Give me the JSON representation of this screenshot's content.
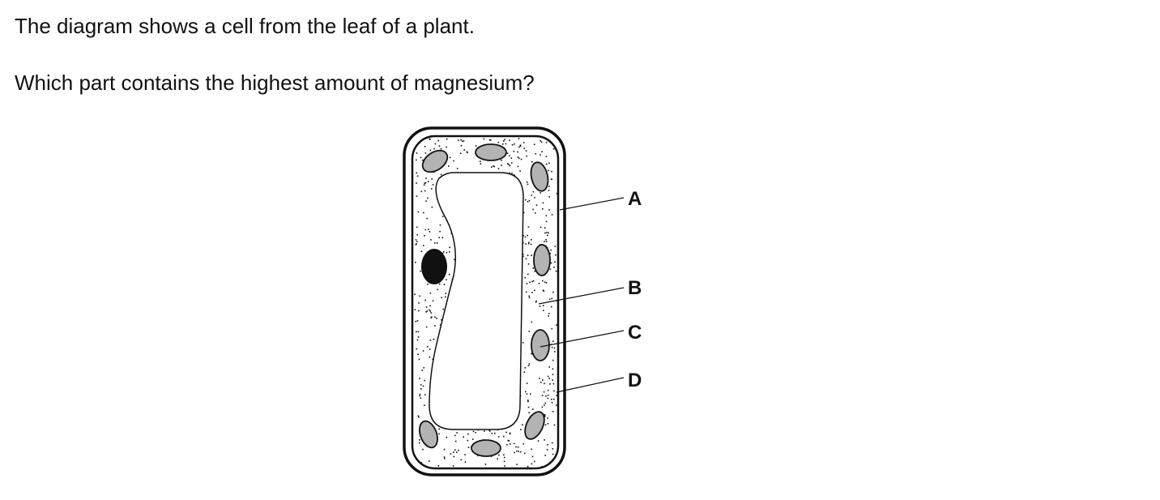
{
  "question": {
    "line1": "The diagram shows a cell from the leaf of a plant.",
    "line2": "Which part contains the highest amount of magnesium?"
  },
  "diagram": {
    "labels": [
      "A",
      "B",
      "C",
      "D"
    ]
  }
}
